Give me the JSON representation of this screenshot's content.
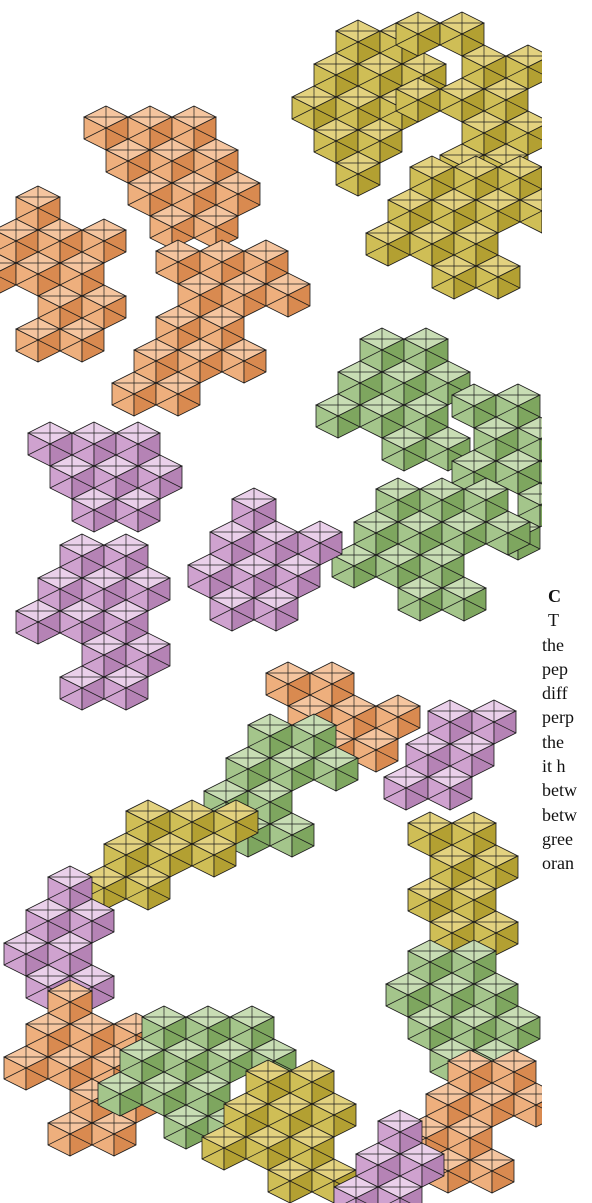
{
  "colors": {
    "orange": [
      "#f5c59f",
      "#eeaf7d",
      "#d98a50"
    ],
    "olive": [
      "#e3d27f",
      "#cfbe56",
      "#b3a032"
    ],
    "green": [
      "#c8ddb4",
      "#a4c58b",
      "#7ea65f"
    ],
    "purple": [
      "#ead0ea",
      "#cfa2cf",
      "#b583b5"
    ],
    "edge": "#1a1a1a",
    "background": "#ffffff"
  },
  "text": {
    "lines": [
      "C",
      "T",
      "the",
      "pep",
      "diff",
      "perp",
      "the",
      "it h",
      "betw",
      "betw",
      "gree",
      "oran"
    ]
  }
}
